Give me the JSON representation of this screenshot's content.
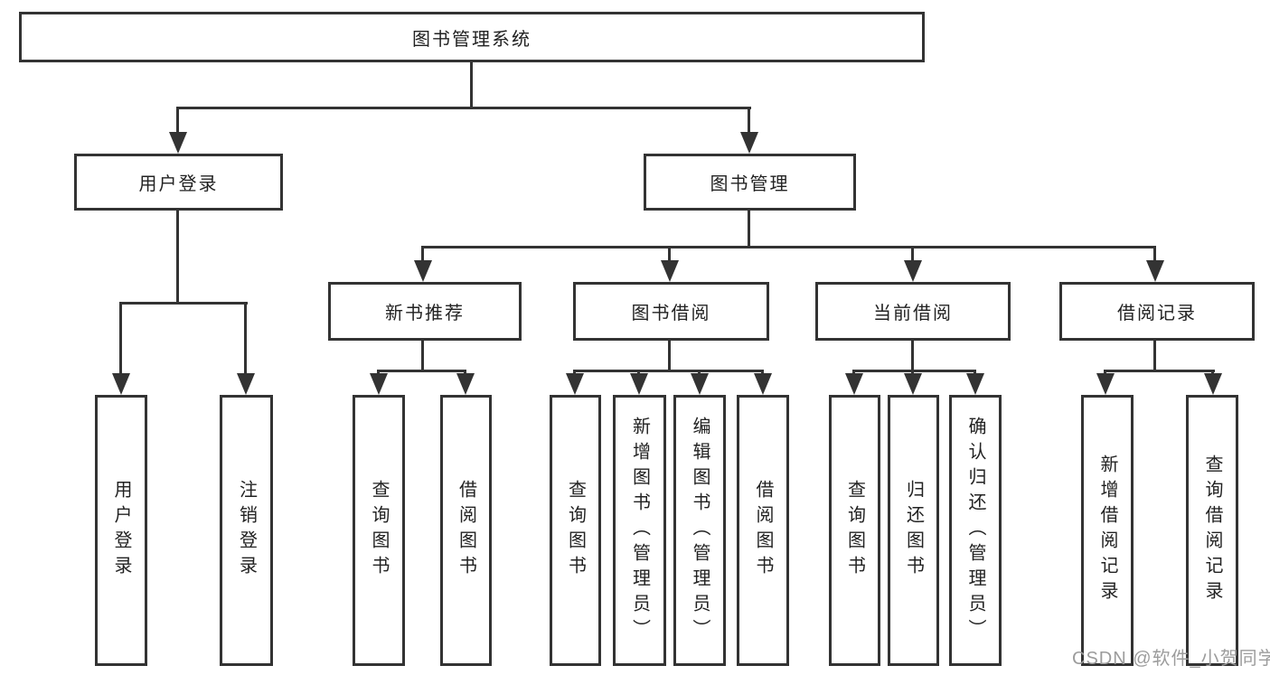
{
  "diagram": {
    "title": "图书管理系统",
    "nodes": {
      "root": "图书管理系统",
      "user_login": "用户登录",
      "book_mgmt": "图书管理",
      "new_books": "新书推荐",
      "book_borrow": "图书借阅",
      "current_borrow": "当前借阅",
      "borrow_records": "借阅记录",
      "leaf_user_login": "用户登录",
      "leaf_logout": "注销登录",
      "leaf_nb_query": "查询图书",
      "leaf_nb_borrow": "借阅图书",
      "leaf_bb_query": "查询图书",
      "leaf_bb_add": "新增图书（管理员）",
      "leaf_bb_edit": "编辑图书（管理员）",
      "leaf_bb_borrow": "借阅图书",
      "leaf_cb_query": "查询图书",
      "leaf_cb_return": "归还图书",
      "leaf_cb_confirm": "确认归还（管理员）",
      "leaf_br_add": "新增借阅记录",
      "leaf_br_query": "查询借阅记录"
    },
    "hierarchy": {
      "图书管理系统": {
        "用户登录": [
          "用户登录",
          "注销登录"
        ],
        "图书管理": {
          "新书推荐": [
            "查询图书",
            "借阅图书"
          ],
          "图书借阅": [
            "查询图书",
            "新增图书（管理员）",
            "编辑图书（管理员）",
            "借阅图书"
          ],
          "当前借阅": [
            "查询图书",
            "归还图书",
            "确认归还（管理员）"
          ],
          "借阅记录": [
            "新增借阅记录",
            "查询借阅记录"
          ]
        }
      }
    },
    "watermark": "CSDN @软件_小贺同学",
    "colors": {
      "line": "#333333",
      "text": "#222222",
      "background": "#ffffff",
      "watermark": "#9c9c9c"
    }
  }
}
